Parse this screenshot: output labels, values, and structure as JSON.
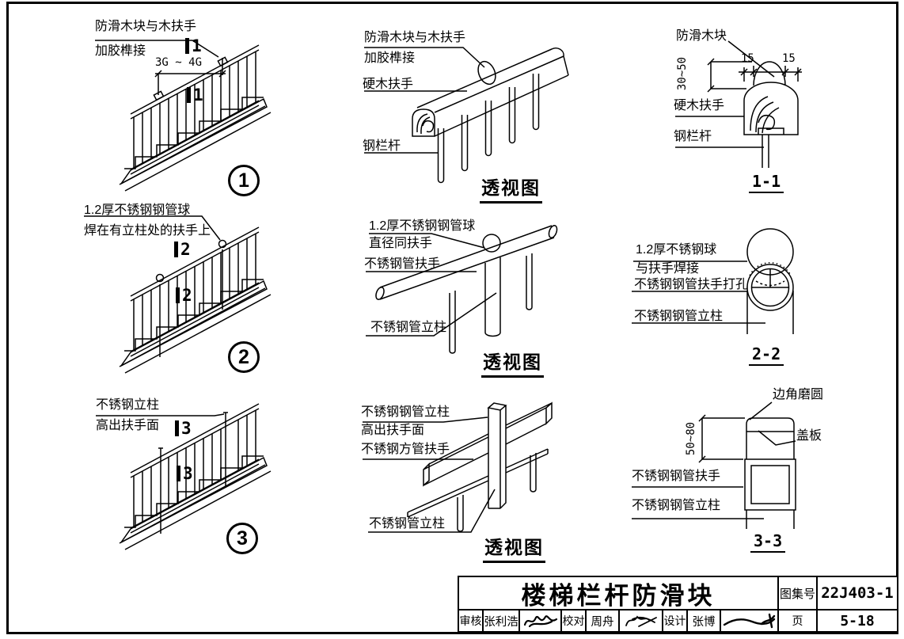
{
  "style": {
    "ink": "#000000",
    "paper": "#ffffff"
  },
  "figures": {
    "f1": {
      "elev": {
        "callout1": "防滑木块与木扶手",
        "callout2": "加胶榫接",
        "dim": "3G ~ 4G",
        "mark": "1",
        "bubble": "1"
      },
      "persp": {
        "callout1a": "防滑木块与木扶手",
        "callout1b": "加胶榫接",
        "callout2": "硬木扶手",
        "callout3": "钢栏杆",
        "caption": "透视图"
      },
      "sect": {
        "callout1": "防滑木块",
        "callout2": "硬木扶手",
        "callout3": "钢栏杆",
        "dim_v": "30~50",
        "dim_left": "15",
        "dim_right": "15",
        "caption": "1-1"
      }
    },
    "f2": {
      "elev": {
        "callout1": "1.2厚不锈钢钢管球",
        "callout2": "焊在有立柱处的扶手上",
        "mark": "2",
        "bubble": "2"
      },
      "persp": {
        "callout1a": "1.2厚不锈钢钢管球",
        "callout1b": "直径同扶手",
        "callout2": "不锈钢管扶手",
        "callout3": "不锈钢管立柱",
        "caption": "透视图"
      },
      "sect": {
        "callout1a": "1.2厚不锈钢球",
        "callout1b": "与扶手焊接",
        "callout2": "不锈钢钢管扶手打孔",
        "callout3": "不锈钢钢管立柱",
        "caption": "2-2"
      }
    },
    "f3": {
      "elev": {
        "callout1": "不锈钢立柱",
        "callout2": "高出扶手面",
        "mark": "3",
        "bubble": "3"
      },
      "persp": {
        "callout1a": "不锈钢钢管立柱",
        "callout1b": "高出扶手面",
        "callout2": "不锈钢方管扶手",
        "callout3": "不锈钢管立柱",
        "caption": "透视图"
      },
      "sect": {
        "callout1": "边角磨圆",
        "callout2": "盖板",
        "dim_v": "50~80",
        "callout3": "不锈钢钢管扶手",
        "callout4": "不锈钢钢管立柱",
        "caption": "3-3"
      }
    }
  },
  "title_block": {
    "drawing_title": "楼梯栏杆防滑块",
    "atlas_label": "图集号",
    "atlas_no": "22J403-1",
    "page_label": "页",
    "page_no": "5-18",
    "review_label": "审核",
    "reviewer": "张利浩",
    "proof_label": "校对",
    "proofreader": "周舟",
    "design_label": "设计",
    "designer": "张博"
  }
}
